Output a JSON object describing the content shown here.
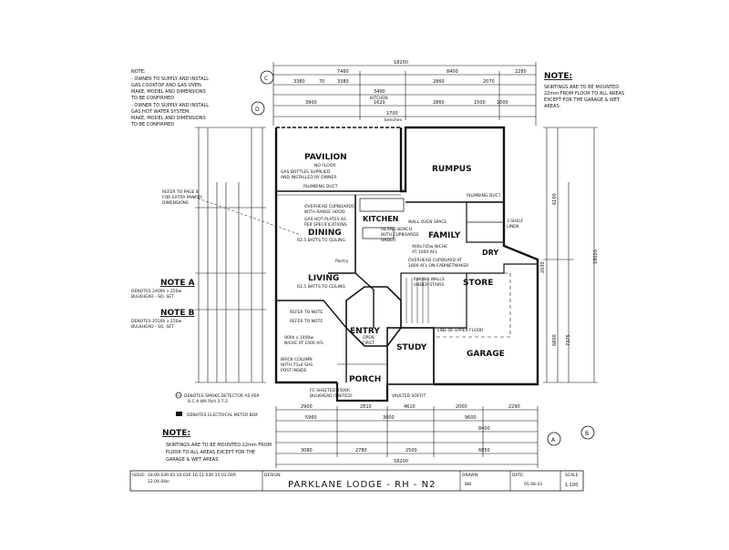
{
  "notes_top": [
    "NOTE:",
    "- OWNER TO SUPPLY AND INSTALL",
    "  GAS COOKTOP AND GAS OVEN.",
    "  MAKE, MODEL AND DIMENSIONS",
    "  TO BE CONFIRMED",
    "- OWNER TO SUPPLY AND INSTALL",
    "  GAS HOT WATER SYSTEM.",
    "  MAKE, MODEL AND DIMENSIONS",
    "  TO BE CONFIRMED"
  ],
  "note_top_right": {
    "header": "NOTE:",
    "lines": [
      "SKIRTINGS ARE TO BE MOUNTED",
      "22mm FROM FLOOR TO ALL AREAS",
      "EXCEPT FOR THE GARAGE & WET",
      "AREAS."
    ]
  },
  "note_bottom_left": {
    "header": "NOTE:",
    "lines": [
      "SKIRTINGS ARE TO BE MOUNTED 22mm FROM",
      "FLOOR TO ALL AREAS EXCEPT FOR THE",
      "GARAGE & WET AREAS."
    ]
  },
  "note_a": {
    "header": "NOTE A",
    "lines": [
      "DENOTES 2400h x 250w",
      "BULKHEAD - SQ. SET"
    ]
  },
  "note_b": {
    "header": "NOTE B",
    "lines": [
      "DENOTES 2550h x 250w",
      "BULKHEAD - SQ. SET"
    ]
  },
  "legend": {
    "smoke": [
      "DENOTES SMOKE DETECTOR AS PER",
      "B.C.A.WA Part 3.7.2"
    ],
    "meter": "DENOTES ELECTRICAL METER BOX"
  },
  "side_note": [
    "REFER TO PAGE 8",
    "FOR EXTRA PANTRY",
    "DIMENSIONS"
  ],
  "rooms": {
    "pavilion": "PAVILION",
    "pavilion_sub": "NO FLOOR",
    "rumpus": "RUMPUS",
    "kitchen": "KITCHEN",
    "dining": "DINING",
    "dining_sub": "R2.5 BATTS TO CEILING",
    "family": "FAMILY",
    "living": "LIVING",
    "living_sub": "R2.5 BATTS TO CEILING",
    "store": "STORE",
    "entry": "ENTRY",
    "study": "STUDY",
    "garage": "GARAGE",
    "porch": "PORCH",
    "dry": "DRY"
  },
  "annotations": {
    "gas_bottles": [
      "GAS BOTTLES SUPPLIED",
      "AND INSTALLED BY OWNER"
    ],
    "plumbing_duct": "PLUMBING DUCT",
    "overhead_cupboards": [
      "OVERHEAD CUPBOARDS",
      "WITH RANGE HOOD"
    ],
    "gas_hot_plates": [
      "GAS HOT PLATES AS",
      "PER SPECIFICATIONS"
    ],
    "wall_oven": "WALL OVEN SPACE",
    "island_bench": [
      "ISLAND BENCH",
      "WITH CUPBOARDS",
      "UNDER"
    ],
    "niche": [
      "900x745w NICHE",
      "AT 1000 AFL"
    ],
    "overhead_cupboard2": [
      "OVERHEAD CUPBOARD AT",
      "1800 AFL ON CABINETMAKER"
    ],
    "plumbing_duct2": "PLUMBING DUCT",
    "shelf_linen": [
      "3 SHELF",
      "LINEN"
    ],
    "raking_walls": [
      "RAKING WALLS",
      "UNDER STAIRS"
    ],
    "line_upper_floor": "LINE OF UPPER FLOOR",
    "pantry": "Pantry",
    "refer_note": "REFER TO NOTE",
    "niche2": [
      "900h x 1400w",
      "NICHE AT 1000 AFL"
    ],
    "brick_column": [
      "BRICK COLUMN",
      "WITH 75x4 SHS",
      "POST INSIDE"
    ],
    "fc_sheeted": [
      "FC SHEETED 2500h",
      "BULKHEAD (UNITED)"
    ],
    "vaulted_soffit": "VAULTED SOFFIT",
    "open_first": [
      "OPEN",
      "FIRST"
    ]
  },
  "top_dims": {
    "overall": "18200",
    "row1": [
      "7460",
      "8400",
      "2280"
    ],
    "row2": [
      "3380",
      "70",
      "3380",
      "2860",
      "2070"
    ],
    "row3": [
      "3490",
      "KITCHEN"
    ],
    "row4": [
      "3900",
      "1620",
      "2860",
      "1500",
      "1000"
    ],
    "row5": [
      "1700",
      "benches"
    ]
  },
  "bottom_dims": {
    "overall": "18200",
    "row1": [
      "2900",
      "2810",
      "4610",
      "2000",
      "2290"
    ],
    "row2": [
      "5960",
      "3000",
      "9600"
    ],
    "row3": [
      "3080",
      "2780",
      "2500",
      "6850"
    ],
    "row4": [
      "8400"
    ]
  },
  "right_dims": [
    "18020",
    "6100",
    "7375",
    "6800",
    "2030"
  ],
  "title_block": {
    "issue_label": "ISSUE:",
    "issue_dates": "18.09.03R  01.10.03R  16.11.03R  15.01.04R",
    "issue_date2": "22.04.04sr",
    "design_label": "DESIGN:",
    "design_name": "PARKLANE LODGE - RH - N2",
    "drawn_label": "DRAWN:",
    "drawn_value": "BW",
    "date_label": "DATE:",
    "date_value": "05.08.03",
    "scale_label": "SCALE:",
    "scale_value": "1:100"
  },
  "grid_markers": [
    "A",
    "B",
    "C",
    "D"
  ]
}
